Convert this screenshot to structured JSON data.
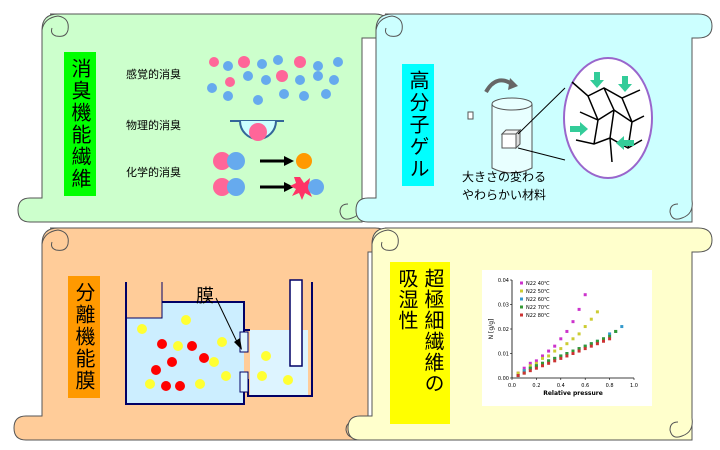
{
  "panels": {
    "deodorant": {
      "title": "消臭機能繊維",
      "bg": "#ccffcc",
      "title_bg": "#00ff00",
      "labels": [
        "感覚的消臭",
        "物理的消臭",
        "化学的消臭"
      ]
    },
    "gel": {
      "title": "高分子ゲル",
      "bg": "#ccffff",
      "title_bg": "#00ffff",
      "caption_line1": "大きさの変わる",
      "caption_line2": "やわらかい材料"
    },
    "membrane": {
      "title": "分離機能膜",
      "bg": "#ffcc99",
      "title_bg": "#ff9900",
      "label": "膜"
    },
    "hygro": {
      "title": "超極細繊維の吸湿性",
      "title_col1": "超極細繊維の",
      "title_col2": "吸湿性",
      "bg": "#ffffcc",
      "title_bg": "#ffff00"
    }
  },
  "chart_data": {
    "type": "scatter",
    "xlabel": "Relative pressure",
    "ylabel": "N [g/g]",
    "xlim": [
      0.0,
      1.0
    ],
    "ylim": [
      0.0,
      0.04
    ],
    "xticks": [
      "0.0",
      "0.2",
      "0.4",
      "0.6",
      "0.8",
      "1.0"
    ],
    "yticks": [
      "0.00",
      "0.01",
      "0.02",
      "0.03",
      "0.04"
    ],
    "legend_position": "top-left",
    "series": [
      {
        "name": "N22 40℃",
        "color": "#cc33cc",
        "x": [
          0.05,
          0.1,
          0.15,
          0.2,
          0.25,
          0.3,
          0.35,
          0.4,
          0.45,
          0.5,
          0.55,
          0.6
        ],
        "y": [
          0.002,
          0.004,
          0.006,
          0.007,
          0.009,
          0.011,
          0.013,
          0.016,
          0.019,
          0.023,
          0.028,
          0.034
        ]
      },
      {
        "name": "N22 50℃",
        "color": "#cccc33",
        "x": [
          0.05,
          0.1,
          0.15,
          0.2,
          0.25,
          0.3,
          0.35,
          0.4,
          0.45,
          0.5,
          0.55,
          0.6,
          0.65,
          0.7
        ],
        "y": [
          0.002,
          0.003,
          0.005,
          0.006,
          0.008,
          0.009,
          0.011,
          0.012,
          0.014,
          0.016,
          0.018,
          0.021,
          0.024,
          0.027
        ]
      },
      {
        "name": "N22 60℃",
        "color": "#3399cc",
        "x": [
          0.05,
          0.1,
          0.15,
          0.2,
          0.25,
          0.3,
          0.35,
          0.4,
          0.45,
          0.5,
          0.55,
          0.6,
          0.65,
          0.7,
          0.75,
          0.8,
          0.85,
          0.9
        ],
        "y": [
          0.001,
          0.003,
          0.004,
          0.005,
          0.006,
          0.007,
          0.008,
          0.009,
          0.01,
          0.011,
          0.012,
          0.013,
          0.014,
          0.015,
          0.016,
          0.018,
          0.019,
          0.021
        ]
      },
      {
        "name": "N22 70℃",
        "color": "#339933",
        "x": [
          0.05,
          0.1,
          0.15,
          0.2,
          0.25,
          0.3,
          0.35,
          0.4,
          0.45,
          0.5,
          0.55,
          0.6,
          0.65,
          0.7,
          0.75,
          0.8,
          0.85
        ],
        "y": [
          0.001,
          0.002,
          0.004,
          0.005,
          0.006,
          0.007,
          0.008,
          0.009,
          0.01,
          0.011,
          0.012,
          0.013,
          0.014,
          0.015,
          0.016,
          0.017,
          0.019
        ]
      },
      {
        "name": "N22 80℃",
        "color": "#cc3333",
        "x": [
          0.05,
          0.1,
          0.15,
          0.2,
          0.25,
          0.3,
          0.35,
          0.4,
          0.45,
          0.5,
          0.55,
          0.6,
          0.65,
          0.7,
          0.75,
          0.8
        ],
        "y": [
          0.001,
          0.002,
          0.003,
          0.004,
          0.005,
          0.006,
          0.007,
          0.008,
          0.009,
          0.01,
          0.011,
          0.012,
          0.013,
          0.014,
          0.015,
          0.016
        ]
      }
    ]
  }
}
